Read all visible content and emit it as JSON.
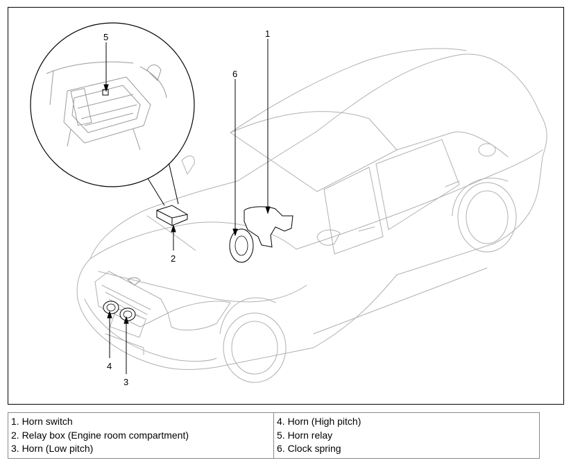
{
  "callouts": [
    "1",
    "2",
    "3",
    "4",
    "5",
    "6"
  ],
  "legend": {
    "left": [
      "1. Horn switch",
      "2. Relay box (Engine room compartment)",
      "3. Horn (Low pitch)"
    ],
    "right": [
      "4. Horn (High pitch)",
      "5. Horn relay",
      "6. Clock spring"
    ]
  }
}
